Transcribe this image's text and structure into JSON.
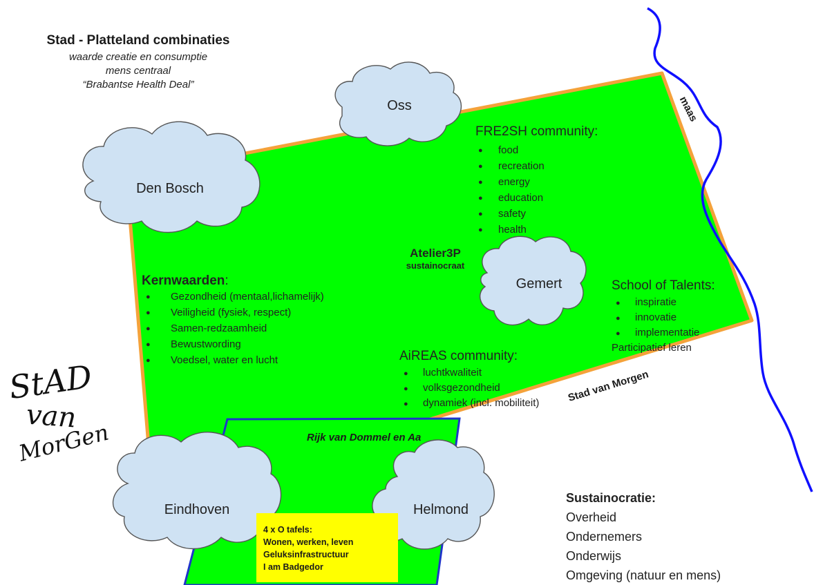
{
  "title": {
    "heading": "Stad - Platteland combinaties",
    "lines": [
      "waarde creatie en consumptie",
      "mens centraal",
      "“Brabantse Health Deal”"
    ]
  },
  "cities": {
    "oss": "Oss",
    "den_bosch": "Den Bosch",
    "gemert": "Gemert",
    "eindhoven": "Eindhoven",
    "helmond": "Helmond"
  },
  "fre2sh": {
    "title": "FRE2SH community:",
    "items": [
      "food",
      "recreation",
      "energy",
      "education",
      "safety",
      "health"
    ]
  },
  "atelier": {
    "name": "Atelier3P",
    "subtitle": "sustainocraat"
  },
  "kernwaarden": {
    "title": "Kernwaarden",
    "colon": ":",
    "items": [
      "Gezondheid (mentaal,lichamelijk)",
      "Veiligheid (fysiek, respect)",
      "Samen-redzaamheid",
      "Bewustwording",
      "Voedsel, water en lucht"
    ]
  },
  "school": {
    "title": "School of Talents:",
    "items": [
      "inspiratie",
      "innovatie",
      "implementatie"
    ],
    "footer": "Participatief leren"
  },
  "aireas": {
    "title": "AiREAS community:",
    "items": [
      "luchtkwaliteit",
      "volksgezondheid",
      "dynamiek (incl. mobiliteit)"
    ]
  },
  "region_label": "Stad van Morgen",
  "river_label": "maas",
  "rijk_label": "Rijk van Dommel en Aa",
  "tables": {
    "lines": [
      "4 x O tafels:",
      "Wonen, werken, leven",
      "Geluksinfrastructuur",
      "I am Badgedor"
    ]
  },
  "sustainocratie": {
    "title": "Sustainocratie:",
    "items": [
      "Overheid",
      "Ondernemers",
      "Onderwijs",
      "Omgeving (natuur en mens)"
    ]
  },
  "logo": {
    "lines": [
      "StAD",
      "van",
      "MorGen"
    ]
  },
  "colors": {
    "region_fill": "#00ff00",
    "region_border": "#f4a23a",
    "cloud_fill": "#cfe2f3",
    "cloud_stroke": "#555555",
    "river": "#1010ff",
    "rijk_border": "#1f34c9",
    "sticky": "#ffff00"
  }
}
